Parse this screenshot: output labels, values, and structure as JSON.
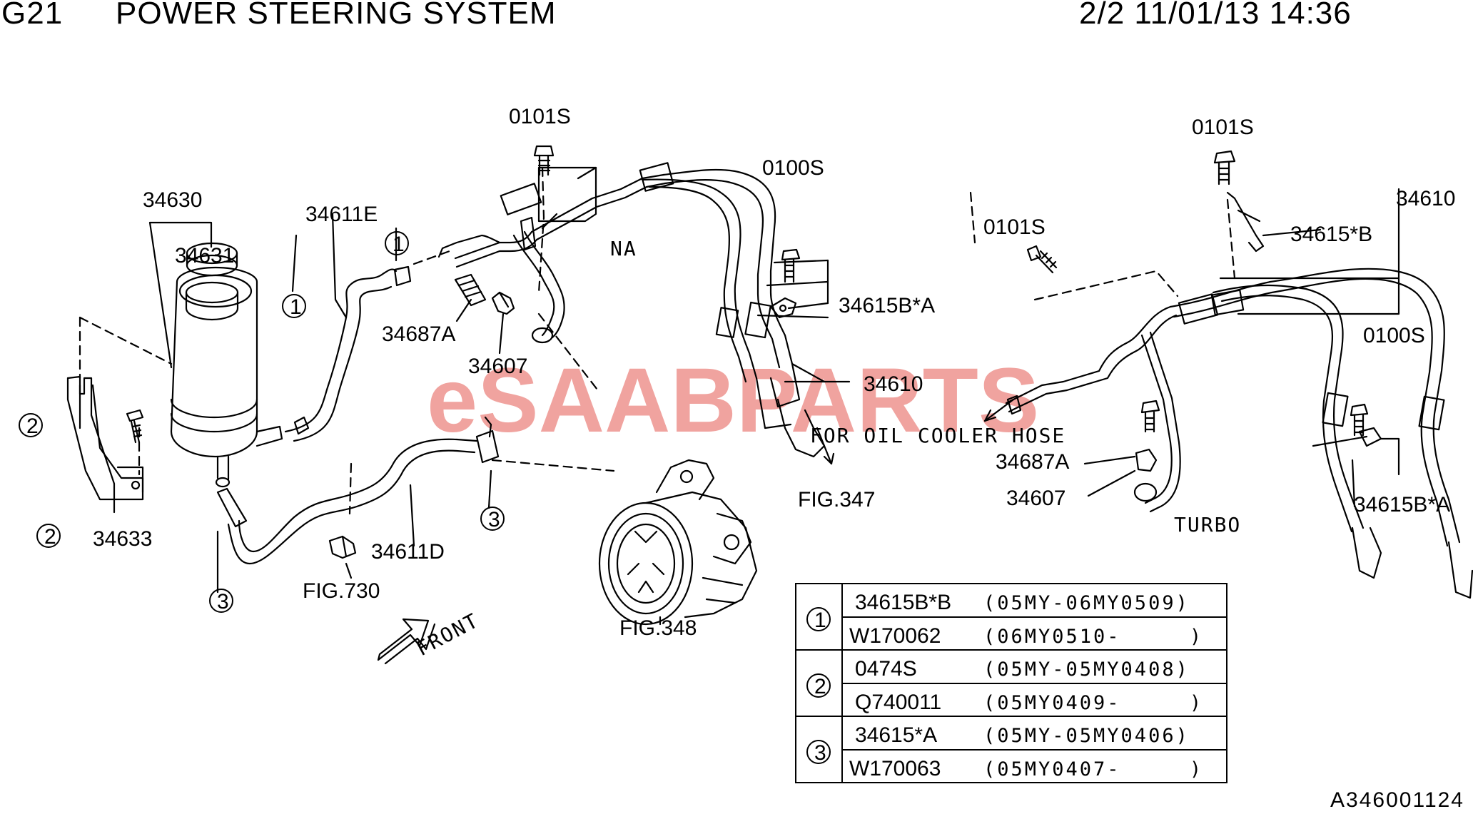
{
  "header": {
    "group": "G21",
    "title": "POWER STEERING SYSTEM",
    "page_date": "2/2 11/01/13 14:36"
  },
  "watermark": {
    "part1": "eSAAB",
    "part2": "PARTS",
    "color1": "#e0362d",
    "color2": "#e0362d"
  },
  "labels": {
    "l0101s_a": "0101S",
    "l0100s_a": "0100S",
    "l34630": "34630",
    "l34611e": "34611E",
    "l34631": "34631",
    "na": "NA",
    "l34687a_a": "34687A",
    "l34607_a": "34607",
    "l34615bA_a": "34615B*A",
    "l34610_a": "34610",
    "oil_cooler": "FOR OIL COOLER HOSE",
    "fig347": "FIG.347",
    "l34633": "34633",
    "l34611d": "34611D",
    "fig730": "FIG.730",
    "fig348": "FIG.348",
    "front": "FRONT",
    "l0101s_b": "0101S",
    "l0101s_c": "0101S",
    "l34610_b": "34610",
    "l34615xB": "34615*B",
    "l0100s_b": "0100S",
    "l34687a_b": "34687A",
    "l34607_b": "34607",
    "l34615bA_b": "34615B*A",
    "turbo": "TURBO",
    "c1": "1",
    "c2": "2",
    "c3": "3",
    "c1b": "1",
    "c2b": "2",
    "c3b": "3",
    "c1c": "1"
  },
  "table": {
    "groups": [
      {
        "num": "1",
        "rows": [
          {
            "part": "34615B*B",
            "range": "(05MY-06MY0509)"
          },
          {
            "part": "W170062",
            "range": "(06MY0510-     )"
          }
        ]
      },
      {
        "num": "2",
        "rows": [
          {
            "part": "0474S",
            "range": "(05MY-05MY0408)"
          },
          {
            "part": "Q740011",
            "range": "(05MY0409-     )"
          }
        ]
      },
      {
        "num": "3",
        "rows": [
          {
            "part": "34615*A",
            "range": "(05MY-05MY0406)"
          },
          {
            "part": "W170063",
            "range": "(05MY0407-     )"
          }
        ]
      }
    ]
  },
  "ref_code": "A346001124"
}
